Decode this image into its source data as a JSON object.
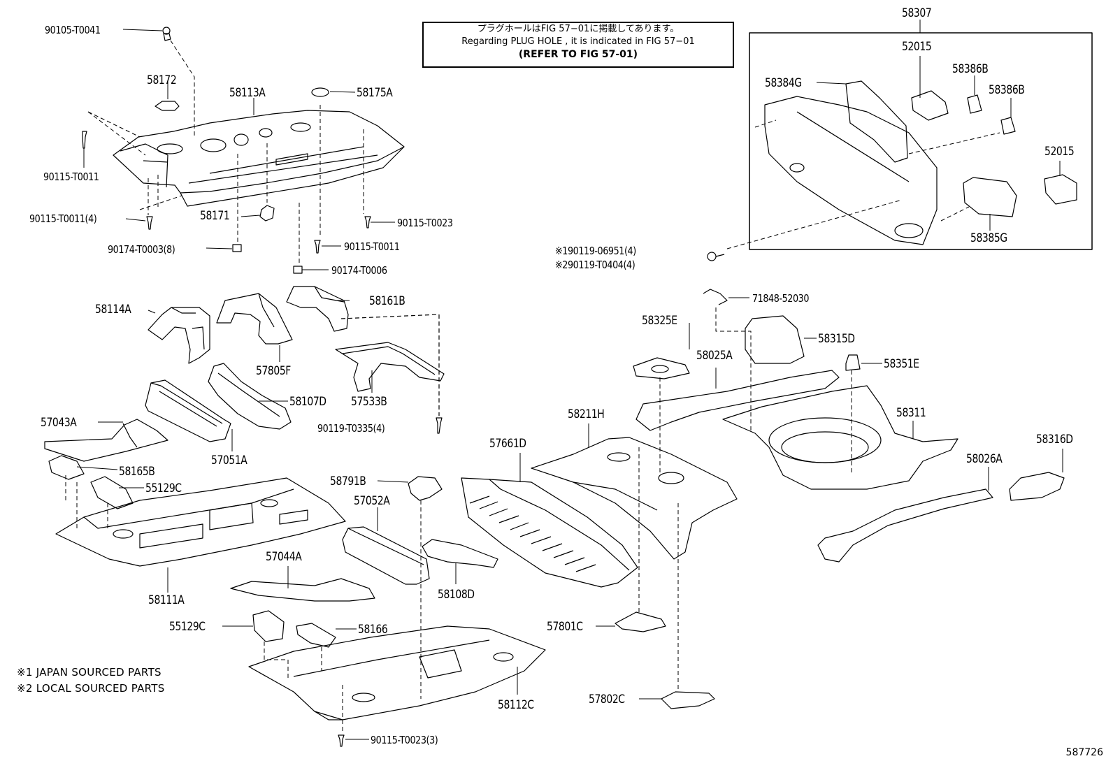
{
  "note": {
    "line1": "プラグホールはFIG 57−01に掲載してあります。",
    "line2": "Regarding PLUG HOLE , it is indicated in FIG 57−01",
    "line3": "(REFER TO FIG 57-01)"
  },
  "footnotes": {
    "japan": "※1 JAPAN SOURCED PARTS",
    "local": "※2 LOCAL SOURCED PARTS"
  },
  "diagram_id": "587726",
  "parts": [
    {
      "id": "p1",
      "text": "90105-T0041"
    },
    {
      "id": "p2",
      "text": "58172"
    },
    {
      "id": "p3",
      "text": "58113A"
    },
    {
      "id": "p4",
      "text": "58175A"
    },
    {
      "id": "p5",
      "text": "90115-T0011"
    },
    {
      "id": "p6",
      "text": "90115-T0011(4)"
    },
    {
      "id": "p7",
      "text": "58171"
    },
    {
      "id": "p8",
      "text": "90115-T0023"
    },
    {
      "id": "p9",
      "text": "90174-T0003(8)"
    },
    {
      "id": "p10",
      "text": "90115-T0011"
    },
    {
      "id": "p11",
      "text": "90174-T0006"
    },
    {
      "id": "p12",
      "text": "58114A"
    },
    {
      "id": "p13",
      "text": "58161B"
    },
    {
      "id": "p14",
      "text": "57805F"
    },
    {
      "id": "p15",
      "text": "58107D"
    },
    {
      "id": "p16",
      "text": "57533B"
    },
    {
      "id": "p17",
      "text": "57043A"
    },
    {
      "id": "p18",
      "text": "90119-T0335(4)"
    },
    {
      "id": "p19",
      "text": "57051A"
    },
    {
      "id": "p20",
      "text": "58165B"
    },
    {
      "id": "p21",
      "text": "55129C"
    },
    {
      "id": "p22",
      "text": "58791B"
    },
    {
      "id": "p23",
      "text": "57052A"
    },
    {
      "id": "p24",
      "text": "57661D"
    },
    {
      "id": "p25",
      "text": "58211H"
    },
    {
      "id": "p26",
      "text": "58111A"
    },
    {
      "id": "p27",
      "text": "57044A"
    },
    {
      "id": "p28",
      "text": "58108D"
    },
    {
      "id": "p29",
      "text": "55129C"
    },
    {
      "id": "p30",
      "text": "58166"
    },
    {
      "id": "p31",
      "text": "57801C"
    },
    {
      "id": "p32",
      "text": "58112C"
    },
    {
      "id": "p33",
      "text": "57802C"
    },
    {
      "id": "p34",
      "text": "90115-T0023(3)"
    },
    {
      "id": "p35",
      "text": "58307"
    },
    {
      "id": "p36",
      "text": "52015"
    },
    {
      "id": "p37",
      "text": "58386B"
    },
    {
      "id": "p38",
      "text": "58384G"
    },
    {
      "id": "p39",
      "text": "58386B"
    },
    {
      "id": "p40",
      "text": "52015"
    },
    {
      "id": "p41",
      "text": "58385G"
    },
    {
      "id": "p42",
      "text": "※190119-06951(4)"
    },
    {
      "id": "p43",
      "text": "※290119-T0404(4)"
    },
    {
      "id": "p44",
      "text": "71848-52030"
    },
    {
      "id": "p45",
      "text": "58325E"
    },
    {
      "id": "p46",
      "text": "58315D"
    },
    {
      "id": "p47",
      "text": "58025A"
    },
    {
      "id": "p48",
      "text": "58351E"
    },
    {
      "id": "p49",
      "text": "58311"
    },
    {
      "id": "p50",
      "text": "58316D"
    },
    {
      "id": "p51",
      "text": "58026A"
    }
  ]
}
